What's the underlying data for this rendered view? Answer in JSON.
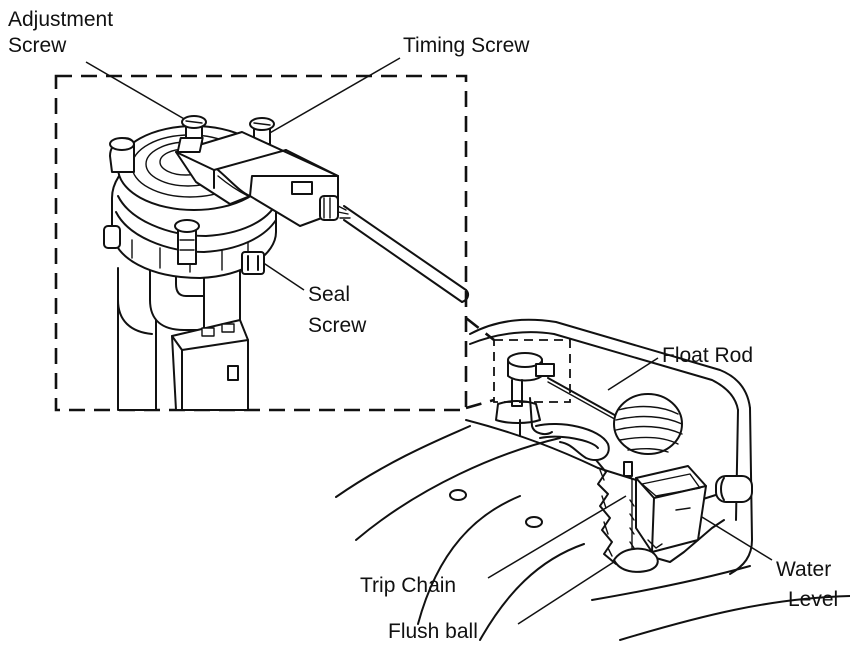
{
  "labels": {
    "adjustment_screw_1": "Adjustment",
    "adjustment_screw_2": "Screw",
    "timing_screw": "Timing Screw",
    "seal_screw_1": "Seal",
    "seal_screw_2": "Screw",
    "float_rod": "Float Rod",
    "trip_chain": "Trip Chain",
    "water_level_1": "Water",
    "water_level_2": "Level",
    "flush_ball": "Flush ball"
  },
  "colors": {
    "ink": "#111111",
    "paper": "#ffffff"
  }
}
